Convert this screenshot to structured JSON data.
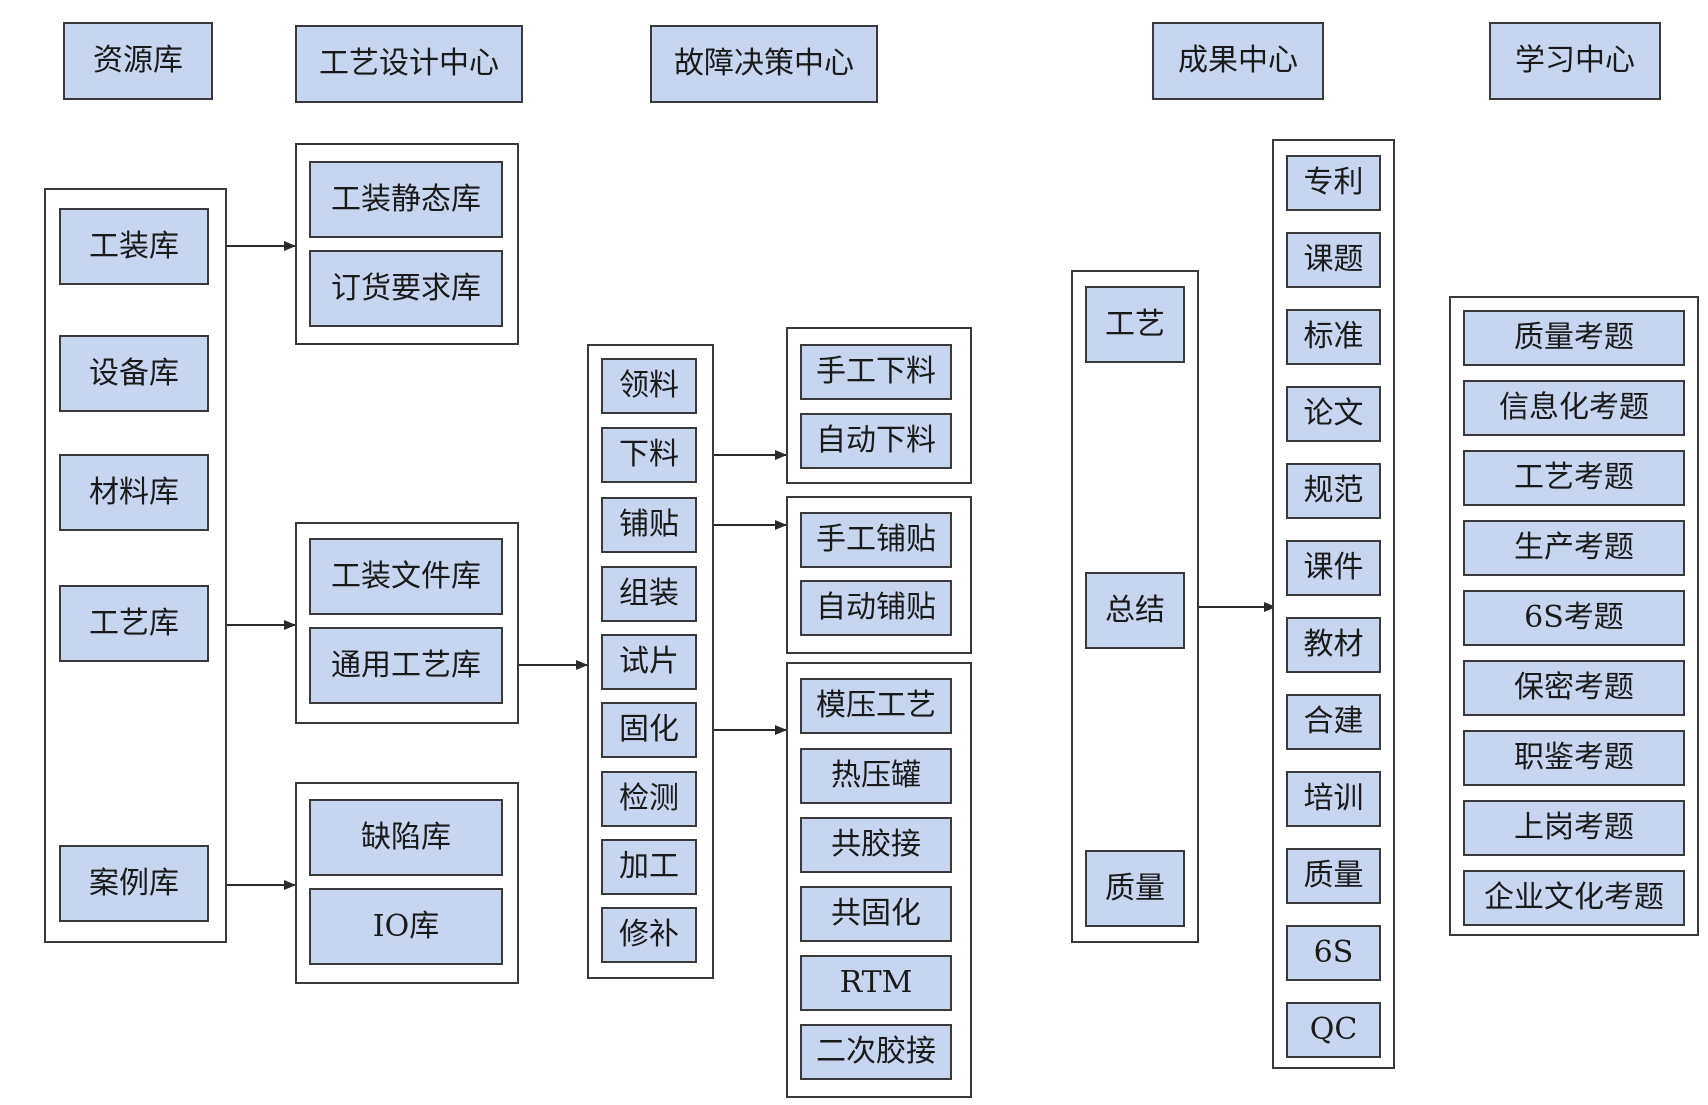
{
  "headers": {
    "resource": "资源库",
    "craft_design": "工艺设计中心",
    "fault_decision": "故障决策中心",
    "achievement": "成果中心",
    "learning": "学习中心"
  },
  "resource_library": [
    "工装库",
    "设备库",
    "材料库",
    "工艺库",
    "案例库"
  ],
  "design_groups": {
    "tooling": [
      "工装静态库",
      "订货要求库"
    ],
    "process": [
      "工装文件库",
      "通用工艺库"
    ],
    "case": [
      "缺陷库",
      "IO库"
    ]
  },
  "process_steps": [
    "领料",
    "下料",
    "铺贴",
    "组装",
    "试片",
    "固化",
    "检测",
    "加工",
    "修补"
  ],
  "methods": {
    "cutting": [
      "手工下料",
      "自动下料"
    ],
    "layup": [
      "手工铺贴",
      "自动铺贴"
    ],
    "curing": [
      "模压工艺",
      "热压罐",
      "共胶接",
      "共固化",
      "RTM",
      "二次胶接"
    ]
  },
  "achievement_categories": [
    "工艺",
    "总结",
    "质量"
  ],
  "achievement_types": [
    "专利",
    "课题",
    "标准",
    "论文",
    "规范",
    "课件",
    "教材",
    "合建",
    "培训",
    "质量",
    "6S",
    "QC"
  ],
  "exam_topics": [
    "质量考题",
    "信息化考题",
    "工艺考题",
    "生产考题",
    "6S考题",
    "保密考题",
    "职鉴考题",
    "上岗考题",
    "企业文化考题"
  ],
  "colors": {
    "box_fill": "#c7d5ee",
    "border": "#3a3a3a",
    "arrow": "#2a2a2a"
  }
}
